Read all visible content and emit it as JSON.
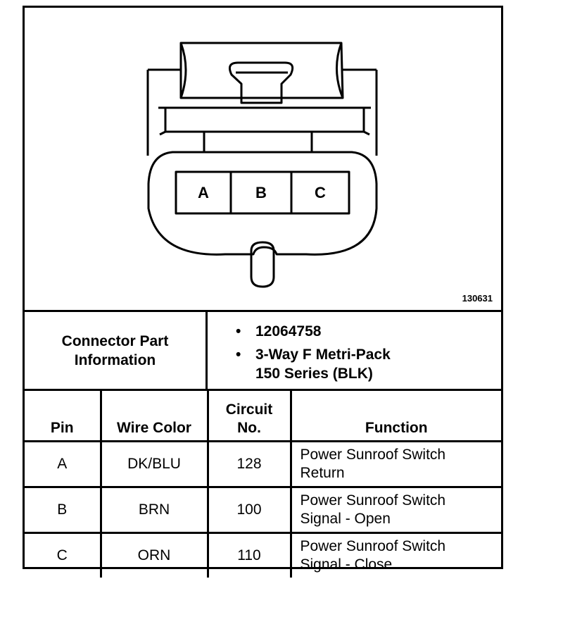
{
  "diagram": {
    "figure_id": "130631",
    "pin_labels": [
      "A",
      "B",
      "C"
    ]
  },
  "connector_info": {
    "label_line1": "Connector Part",
    "label_line2": "Information",
    "bullet": "•",
    "items": [
      {
        "line1": "12064758",
        "line2": ""
      },
      {
        "line1": "3-Way F Metri-Pack",
        "line2": "150 Series (BLK)"
      }
    ]
  },
  "table": {
    "headers": {
      "pin": "Pin",
      "wire_color": "Wire Color",
      "circuit_line1": "Circuit",
      "circuit_line2": "No.",
      "function": "Function"
    },
    "rows": [
      {
        "pin": "A",
        "wire_color": "DK/BLU",
        "circuit": "128",
        "function_line1": "Power Sunroof Switch",
        "function_line2": "Return"
      },
      {
        "pin": "B",
        "wire_color": "BRN",
        "circuit": "100",
        "function_line1": "Power Sunroof Switch",
        "function_line2": "Signal - Open"
      },
      {
        "pin": "C",
        "wire_color": "ORN",
        "circuit": "110",
        "function_line1": "Power Sunroof Switch",
        "function_line2": "Signal - Close"
      }
    ]
  }
}
